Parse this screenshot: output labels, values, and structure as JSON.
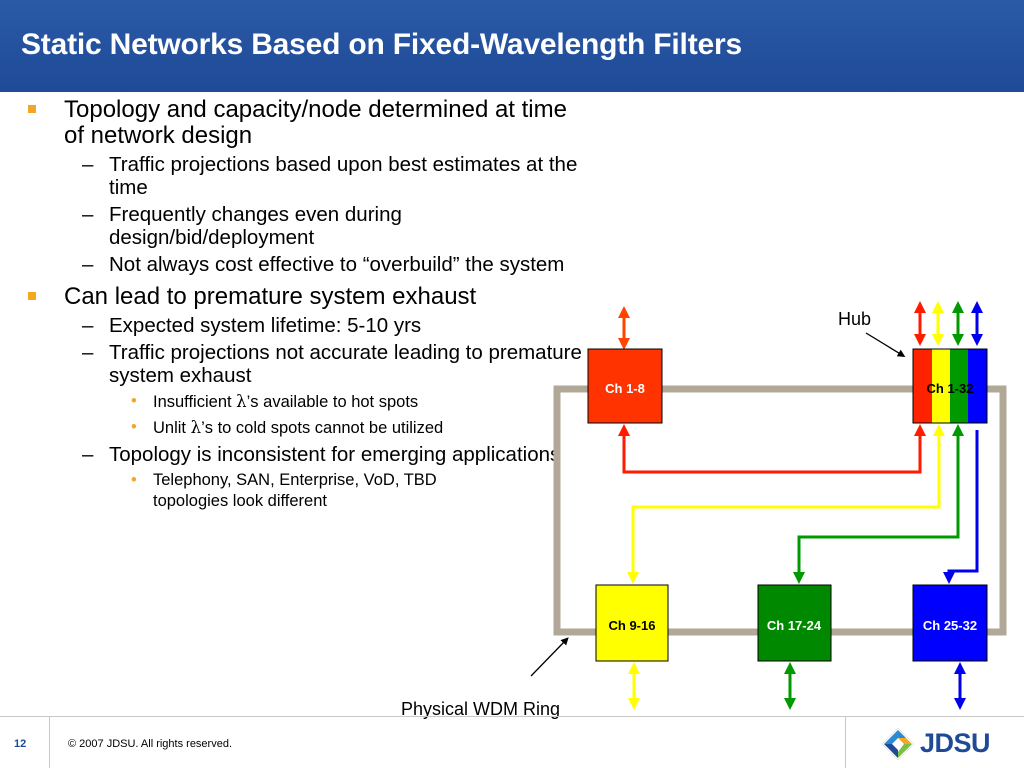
{
  "title": "Static Networks Based on Fixed-Wavelength Filters",
  "bullets": [
    {
      "level": 1,
      "text": "Topology and capacity/node determined at time of network design"
    },
    {
      "level": 2,
      "text": "Traffic projections based upon best estimates at the time"
    },
    {
      "level": 2,
      "text": "Frequently changes even during design/bid/deployment"
    },
    {
      "level": 2,
      "text": "Not always cost effective to “overbuild” the system"
    },
    {
      "level": 1,
      "text": "Can lead to premature system exhaust"
    },
    {
      "level": 2,
      "text": "Expected system lifetime: 5-10 yrs"
    },
    {
      "level": 2,
      "text": "Traffic projections not accurate leading to premature system exhaust"
    },
    {
      "level": 3,
      "text_before": "Insufficient ",
      "symbol": "λ",
      "text_after": "’s available to hot spots"
    },
    {
      "level": 3,
      "text_before": "Unlit ",
      "symbol": "λ",
      "text_after": "’s to cold spots cannot be utilized"
    },
    {
      "level": 2,
      "text": "Topology is inconsistent for emerging applications"
    },
    {
      "level": 3,
      "text": "Telephony, SAN, Enterprise, VoD, TBD topologies look different"
    }
  ],
  "diagram": {
    "hub_label": "Hub",
    "ring_label": "Physical WDM Ring",
    "nodes": {
      "ch1_8": "Ch 1-8",
      "ch1_32": "Ch 1-32",
      "ch9_16": "Ch 9-16",
      "ch17_24": "Ch 17-24",
      "ch25_32": "Ch 25-32"
    }
  },
  "footer": {
    "page_number": "12",
    "copyright": "© 2007 JDSU. All rights reserved.",
    "logo_text": "JDSU"
  },
  "colors": {
    "title_bar": "#1f4a97",
    "bullet_marker": "#f5a623",
    "ring": "#b2a898",
    "red": "#ff2a00",
    "orange_red": "#ff3300",
    "yellow": "#ffff00",
    "green": "#009900",
    "blue": "#0000ff"
  }
}
